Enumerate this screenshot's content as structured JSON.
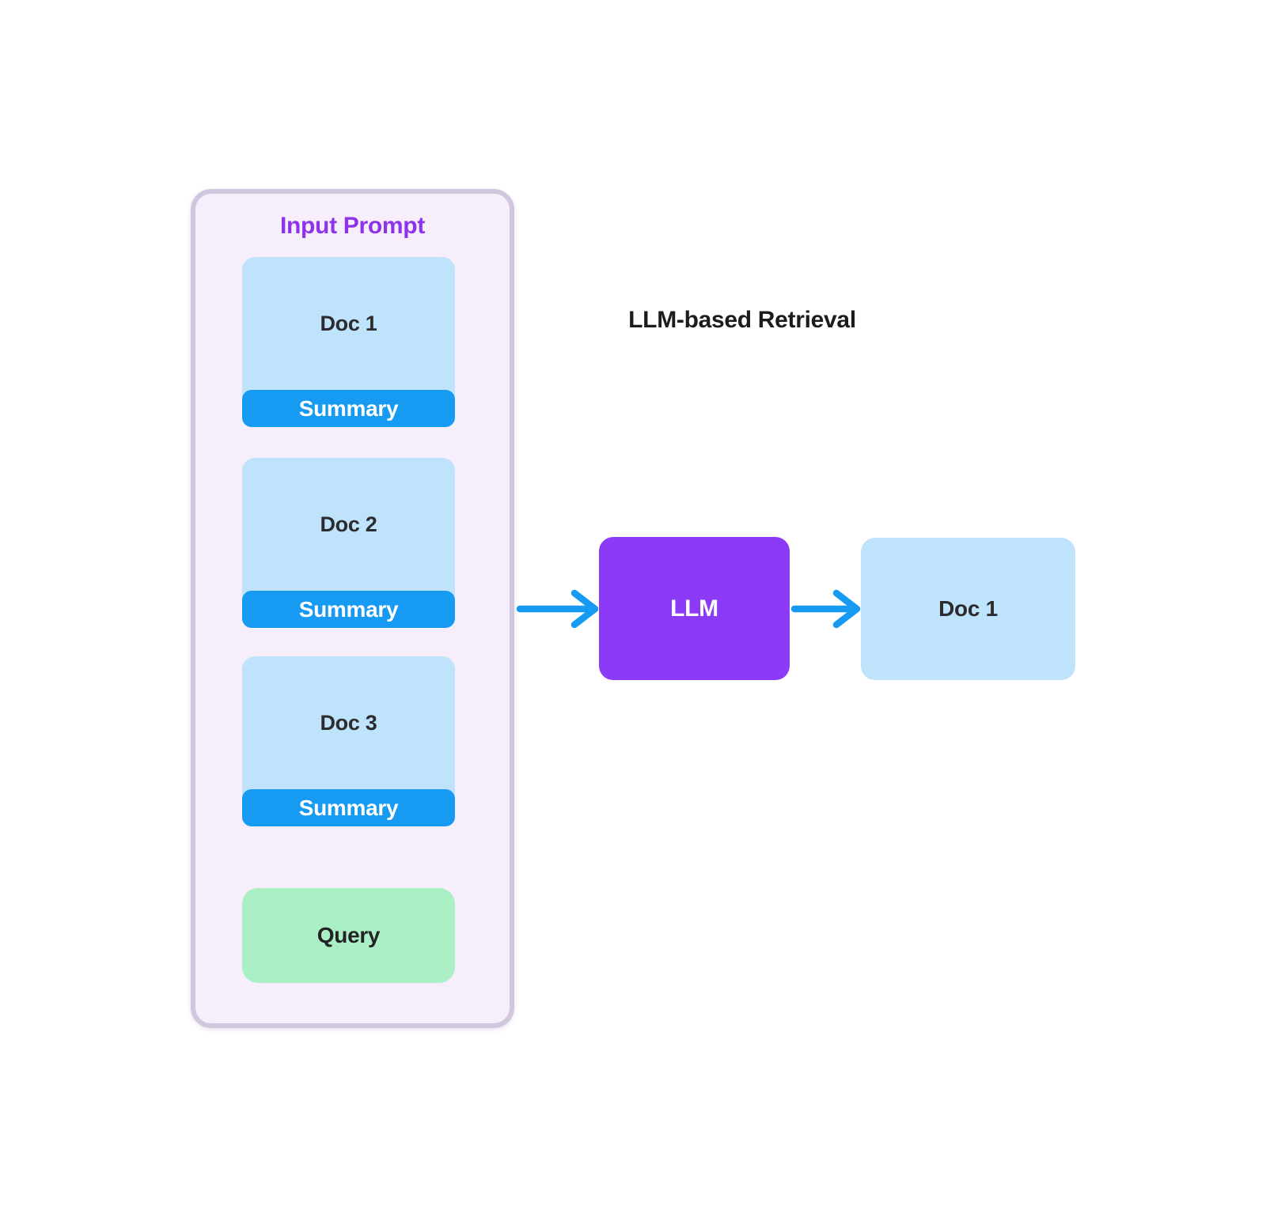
{
  "diagram": {
    "heading": "LLM-based Retrieval",
    "input_panel": {
      "title": "Input Prompt",
      "docs": [
        {
          "name": "Doc 1",
          "badge": "Summary"
        },
        {
          "name": "Doc 2",
          "badge": "Summary"
        },
        {
          "name": "Doc 3",
          "badge": "Summary"
        }
      ],
      "query": "Query"
    },
    "llm": "LLM",
    "output_doc": "Doc 1",
    "colors": {
      "panel_bg": "#f6eefb",
      "panel_border": "#d0c6de",
      "panel_title_text": "#8d34ea",
      "doc_bg": "#bee3fa",
      "summary_bg": "#169af2",
      "summary_text": "#ffffff",
      "query_bg": "#abf0c4",
      "llm_bg": "#8b3af6",
      "llm_text": "#ffffff",
      "arrow": "#169af2",
      "heading_text": "#1c1c1e"
    }
  }
}
